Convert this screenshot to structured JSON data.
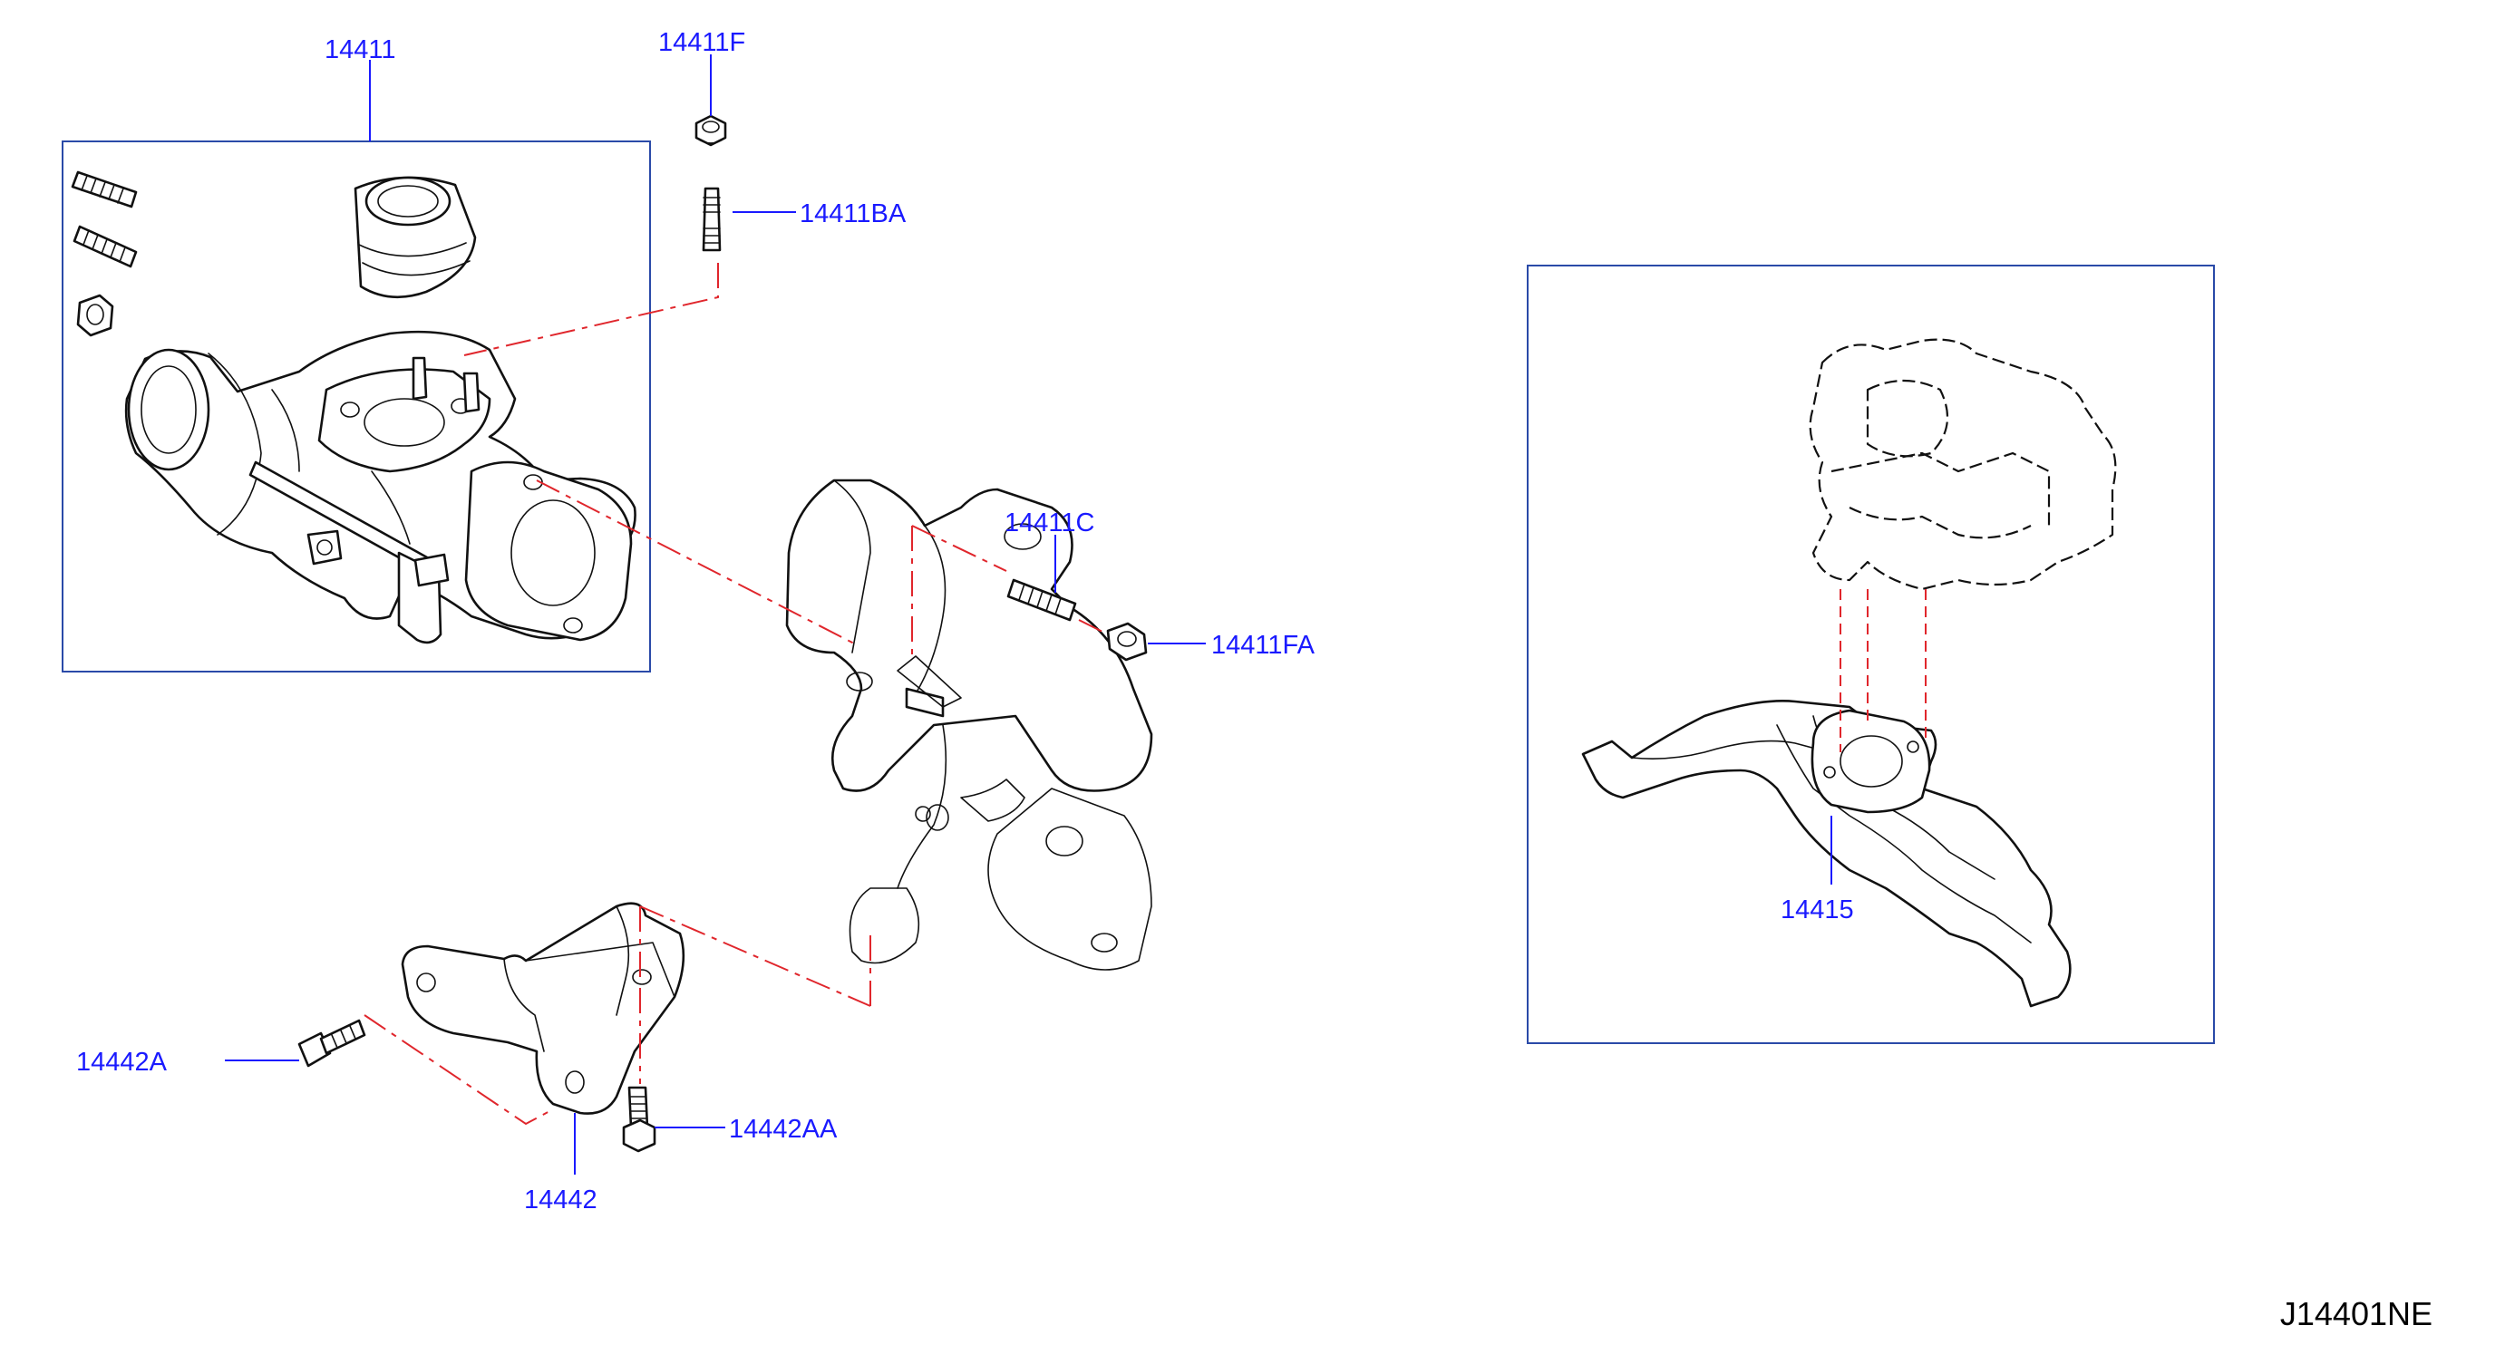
{
  "labels": {
    "p14411": "14411",
    "p14411F": "14411F",
    "p14411BA": "14411BA",
    "p14411C": "14411C",
    "p14411FA": "14411FA",
    "p14442A": "14442A",
    "p14442AA": "14442AA",
    "p14442": "14442",
    "p14415": "14415"
  },
  "diagram_code": "J14401NE",
  "colors": {
    "label": "#1a1aff",
    "box": "#2a4aa8",
    "phantom_line": "#e0262c",
    "part_outline": "#111111"
  }
}
